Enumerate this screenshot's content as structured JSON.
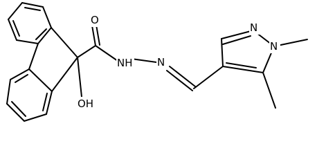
{
  "molecule": {
    "atom_labels": {
      "oxygen_carbonyl": "O",
      "nh": "NH",
      "n_imine": "N",
      "n_ring_top": "N",
      "n_ring_methyl": "N",
      "hydroxyl": "OH"
    },
    "colors": {
      "bond": "#000000",
      "text": "#000000",
      "background": "#ffffff"
    }
  }
}
